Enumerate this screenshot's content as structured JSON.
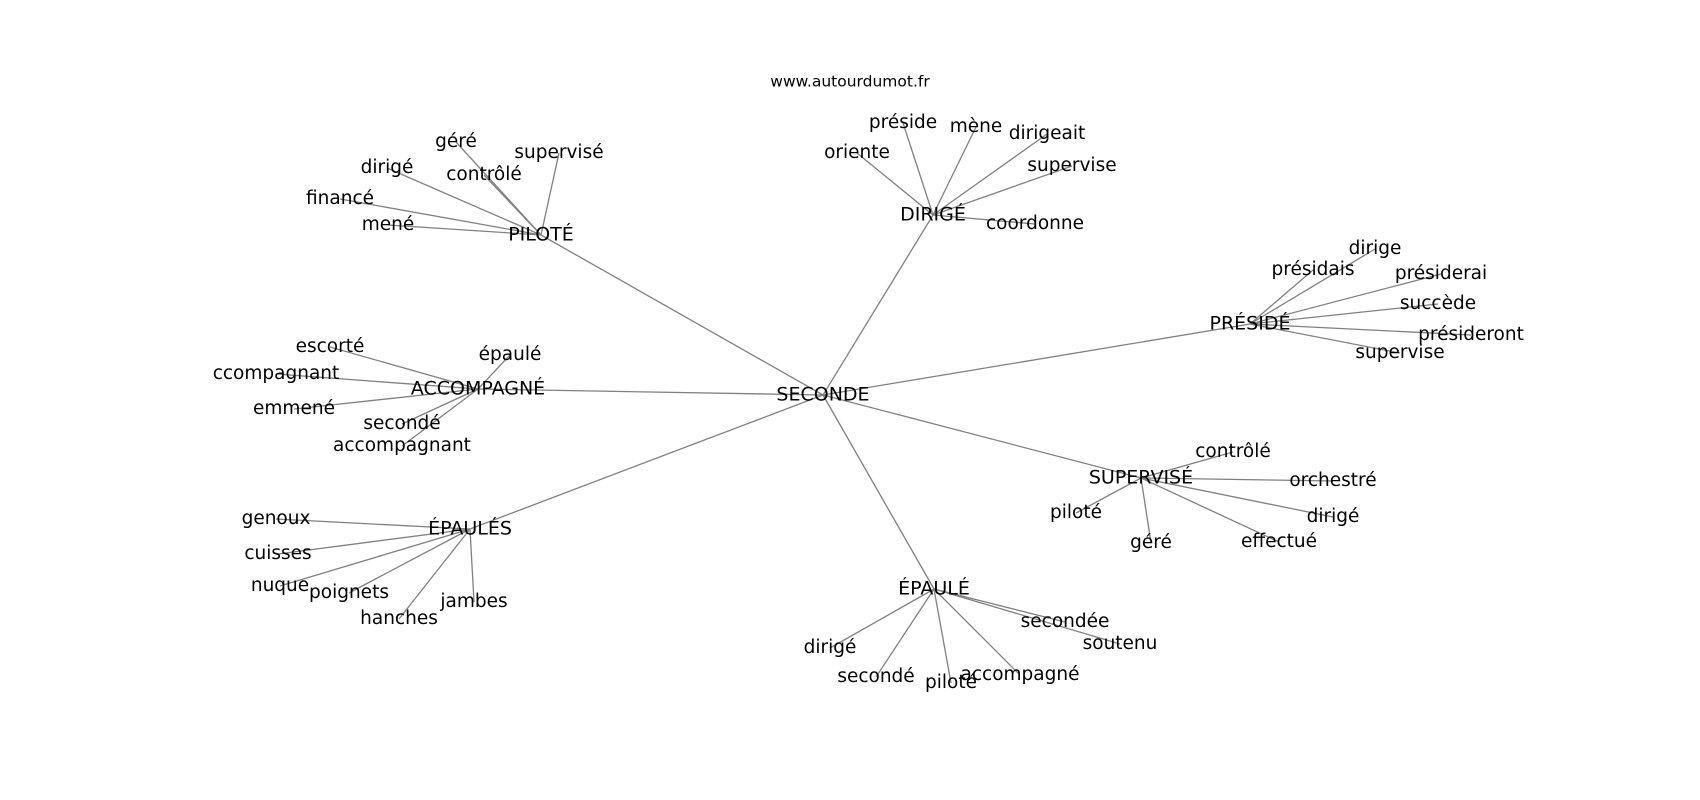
{
  "watermark": "www.autourdumot.fr",
  "center": "SECONDE",
  "clusters": [
    {
      "hub": "PILOTÉ",
      "leaves": [
        "dirigé",
        "géré",
        "supervisé",
        "contrôlé",
        "financé",
        "mené"
      ]
    },
    {
      "hub": "DIRIGÉ",
      "leaves": [
        "préside",
        "mène",
        "dirigeait",
        "oriente",
        "supervise",
        "coordonne"
      ]
    },
    {
      "hub": "PRÉSIDÉ",
      "leaves": [
        "dirige",
        "présidais",
        "présiderai",
        "succède",
        "présideront",
        "supervise"
      ]
    },
    {
      "hub": "ACCOMPAGNÉ",
      "leaves": [
        "escorté",
        "épaulé",
        "ccompagnant",
        "emmené",
        "secondé",
        "accompagnant"
      ]
    },
    {
      "hub": "SUPERVISÉ",
      "leaves": [
        "contrôlé",
        "orchestré",
        "piloté",
        "dirigé",
        "géré",
        "effectué"
      ]
    },
    {
      "hub": "ÉPAULÉS",
      "leaves": [
        "genoux",
        "cuisses",
        "nuque",
        "poignets",
        "jambes",
        "hanches"
      ]
    },
    {
      "hub": "ÉPAULÉ",
      "leaves": [
        "secondée",
        "soutenu",
        "dirigé",
        "secondé",
        "piloté",
        "accompagné"
      ]
    }
  ]
}
